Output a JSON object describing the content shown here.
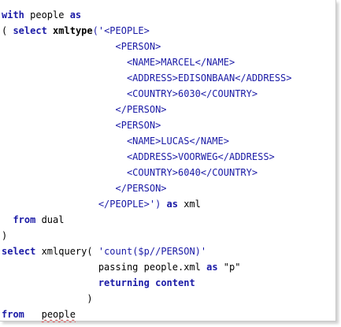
{
  "colors": {
    "keyword": "#1a1aa6",
    "string": "#1a1aa6",
    "text": "#000000",
    "background": "#ffffff"
  },
  "code": {
    "lines": [
      [
        {
          "t": "with",
          "c": "kw"
        },
        {
          "t": " people ",
          "c": "plain"
        },
        {
          "t": "as",
          "c": "kw"
        }
      ],
      [
        {
          "t": "( ",
          "c": "plain"
        },
        {
          "t": "select",
          "c": "kw"
        },
        {
          "t": " ",
          "c": "plain"
        },
        {
          "t": "xmltype",
          "c": "fn"
        },
        {
          "t": "('<PEOPLE>",
          "c": "str"
        }
      ],
      [
        {
          "t": "                    <PERSON>",
          "c": "str"
        }
      ],
      [
        {
          "t": "                      <NAME>MARCEL</NAME>",
          "c": "str"
        }
      ],
      [
        {
          "t": "                      <ADDRESS>EDISONBAAN</ADDRESS>",
          "c": "str"
        }
      ],
      [
        {
          "t": "                      <COUNTRY>6030</COUNTRY>",
          "c": "str"
        }
      ],
      [
        {
          "t": "                    </PERSON>",
          "c": "str"
        }
      ],
      [
        {
          "t": "                    <PERSON>",
          "c": "str"
        }
      ],
      [
        {
          "t": "                      <NAME>LUCAS</NAME>",
          "c": "str"
        }
      ],
      [
        {
          "t": "                      <ADDRESS>VOORWEG</ADDRESS>",
          "c": "str"
        }
      ],
      [
        {
          "t": "                      <COUNTRY>6040</COUNTRY>",
          "c": "str"
        }
      ],
      [
        {
          "t": "                    </PERSON>",
          "c": "str"
        }
      ],
      [
        {
          "t": "                 </PEOPLE>')",
          "c": "str"
        },
        {
          "t": " ",
          "c": "plain"
        },
        {
          "t": "as",
          "c": "kw"
        },
        {
          "t": " xml",
          "c": "plain"
        }
      ],
      [
        {
          "t": "  ",
          "c": "plain"
        },
        {
          "t": "from",
          "c": "kw"
        },
        {
          "t": " dual",
          "c": "plain"
        }
      ],
      [
        {
          "t": ")",
          "c": "plain"
        }
      ],
      [
        {
          "t": "select",
          "c": "kw"
        },
        {
          "t": " xmlquery( ",
          "c": "plain"
        },
        {
          "t": "'count($p//PERSON)'",
          "c": "str"
        }
      ],
      [
        {
          "t": "                 passing people.xml ",
          "c": "plain"
        },
        {
          "t": "as",
          "c": "kw"
        },
        {
          "t": " \"p\"",
          "c": "plain"
        }
      ],
      [
        {
          "t": "                 ",
          "c": "plain"
        },
        {
          "t": "returning",
          "c": "kw"
        },
        {
          "t": " ",
          "c": "plain"
        },
        {
          "t": "content",
          "c": "kw"
        }
      ],
      [
        {
          "t": "               )",
          "c": "plain"
        }
      ],
      [
        {
          "t": "from",
          "c": "kw"
        },
        {
          "t": "   ",
          "c": "plain"
        },
        {
          "t": "people",
          "c": "plain squiggle"
        }
      ]
    ]
  }
}
